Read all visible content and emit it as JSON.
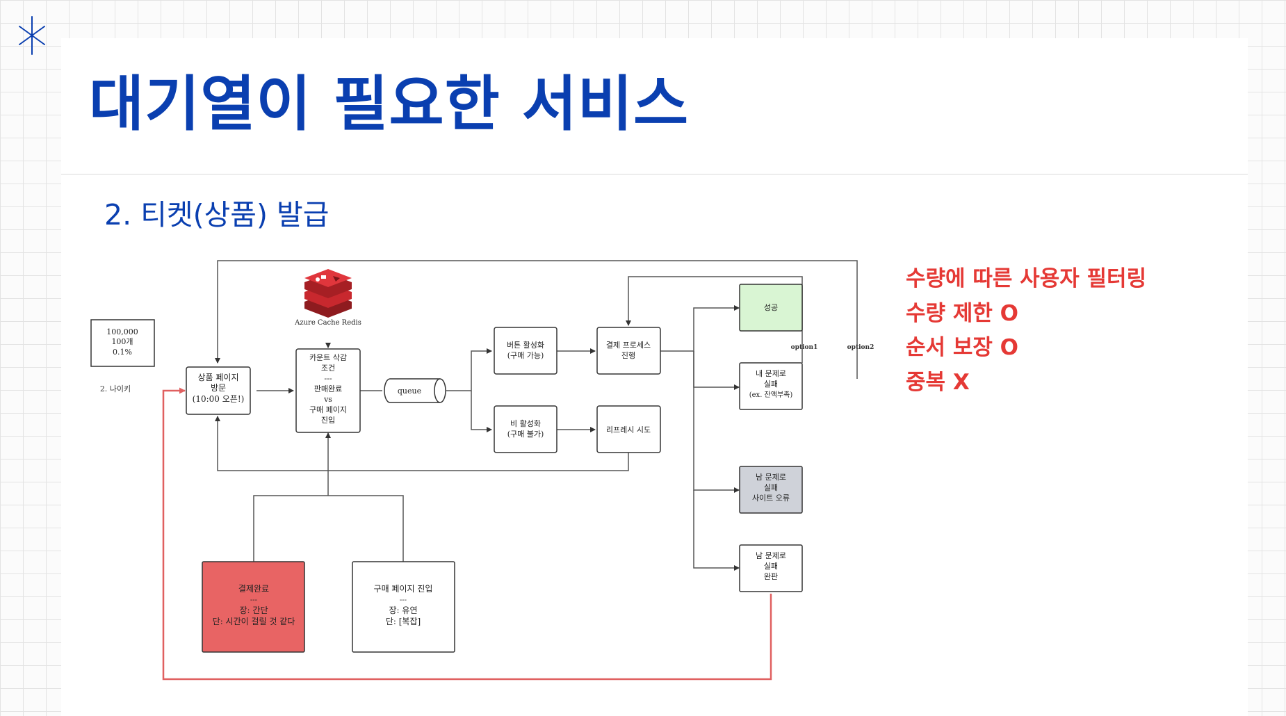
{
  "page": {
    "title": "대기열이 필요한 서비스",
    "subtitle": "2. 티켓(상품) 발급"
  },
  "notes": [
    "수량에 따른 사용자 필터링",
    "수량 제한 O",
    "순서 보장 O",
    "중복 X"
  ],
  "diagram": {
    "stats": [
      "100,000",
      "100개",
      "0.1%"
    ],
    "side_label": "2. 나이키",
    "redis_label": "Azure Cache Redis",
    "product_page": [
      "상품 페이지",
      "방문",
      "(10:00 오픈!)"
    ],
    "count_box": [
      "카운트 삭감",
      "조건",
      "---",
      "판매완료",
      "vs",
      "구매 페이지",
      "진입"
    ],
    "queue_label": "queue",
    "btn_active": [
      "버튼 활성화",
      "(구매 가능)"
    ],
    "btn_inactive": [
      "비 활성화",
      "(구매 불가)"
    ],
    "payment": [
      "결제 프로세스",
      "진행"
    ],
    "refresh": "리프레시 시도",
    "success": "성공",
    "fail_mine": [
      "내 문제로",
      "실패",
      "(ex. 잔액부족)"
    ],
    "fail_site": [
      "남 문제로",
      "실패",
      "사이트 오류"
    ],
    "fail_sold": [
      "남 문제로",
      "실패",
      "완판"
    ],
    "option1": "option1",
    "option2": "option2",
    "opt_payment_done": [
      "결제완료",
      "---",
      "장: 간단",
      "단: 시간이 걸릴 것 같다"
    ],
    "opt_purchase_page": [
      "구매 페이지 진입",
      "---",
      "장: 유연",
      "단: [복잡]"
    ]
  },
  "colors": {
    "title": "#0a3fb0",
    "notes": "#e53935",
    "success_fill": "#d9f5d3",
    "site_error_fill": "#cfd2d9",
    "payment_done_fill": "#e86464",
    "red_line": "#e06060",
    "redis": "#c8282e"
  },
  "icons": [
    "asterisk-icon",
    "redis-logo-icon"
  ]
}
